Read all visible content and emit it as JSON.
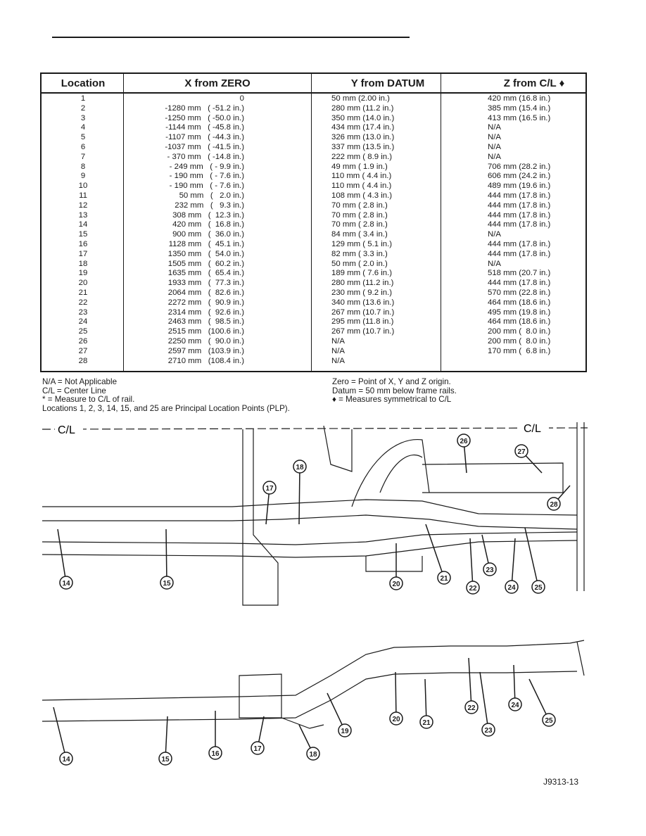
{
  "table": {
    "headers": [
      "Location",
      "X from ZERO",
      "Y from DATUM",
      "Z from C/L ♦"
    ],
    "rows": [
      [
        "1",
        "0",
        "50 mm (2.00 in.)",
        "420 mm (16.8 in.)"
      ],
      [
        "2",
        "-1280 mm   ( -51.2 in.)",
        "280 mm (11.2 in.)",
        "385 mm (15.4 in.)"
      ],
      [
        "3",
        "-1250 mm   ( -50.0 in.)",
        "350 mm (14.0 in.)",
        "413 mm (16.5 in.)"
      ],
      [
        "4",
        "-1144 mm   ( -45.8 in.)",
        "434 mm (17.4 in.)",
        "N/A"
      ],
      [
        "5",
        "-1107 mm   ( -44.3 in.)",
        "326 mm (13.0 in.)",
        "N/A"
      ],
      [
        "6",
        "-1037 mm   ( -41.5 in.)",
        "337 mm (13.5 in.)",
        "N/A"
      ],
      [
        "7",
        "- 370 mm   ( -14.8 in.)",
        "222 mm ( 8.9 in.)",
        "N/A"
      ],
      [
        "8",
        "- 249 mm   ( - 9.9 in.)",
        "49 mm ( 1.9 in.)",
        "706 mm (28.2 in.)"
      ],
      [
        "9",
        "- 190 mm   ( - 7.6 in.)",
        "110 mm ( 4.4 in.)",
        "606 mm (24.2 in.)"
      ],
      [
        "10",
        "- 190 mm   ( - 7.6 in.)",
        "110 mm ( 4.4 in.)",
        "489 mm (19.6 in.)"
      ],
      [
        "11",
        "50 mm   (   2.0 in.)",
        "108 mm ( 4.3 in.)",
        "444 mm (17.8 in.)"
      ],
      [
        "12",
        "232 mm   (   9.3 in.)",
        "70 mm ( 2.8 in.)",
        "444 mm (17.8 in.)"
      ],
      [
        "13",
        "308 mm   (  12.3 in.)",
        "70 mm ( 2.8 in.)",
        "444 mm (17.8 in.)"
      ],
      [
        "14",
        "420 mm   (  16.8 in.)",
        "70 mm ( 2.8 in.)",
        "444 mm (17.8 in.)"
      ],
      [
        "15",
        "900 mm   (  36.0 in.)",
        "84 mm ( 3.4 in.)",
        "N/A"
      ],
      [
        "16",
        "1128 mm   (  45.1 in.)",
        "129 mm ( 5.1 in.)",
        "444 mm (17.8 in.)"
      ],
      [
        "17",
        "1350 mm   (  54.0 in.)",
        "82 mm ( 3.3 in.)",
        "444 mm (17.8 in.)"
      ],
      [
        "18",
        "1505 mm   (  60.2 in.)",
        "50 mm ( 2.0 in.)",
        "N/A"
      ],
      [
        "19",
        "1635 mm   (  65.4 in.)",
        "189 mm ( 7.6 in.)",
        "518 mm (20.7 in.)"
      ],
      [
        "20",
        "1933 mm   (  77.3 in.)",
        "280 mm (11.2 in.)",
        "444 mm (17.8 in.)"
      ],
      [
        "21",
        "2064 mm   (  82.6 in.)",
        "230 mm ( 9.2 in.)",
        "570 mm (22.8 in.)"
      ],
      [
        "22",
        "2272 mm   (  90.9 in.)",
        "340 mm (13.6 in.)",
        "464 mm (18.6 in.)"
      ],
      [
        "23",
        "2314 mm   (  92.6 in.)",
        "267 mm (10.7 in.)",
        "495 mm (19.8 in.)"
      ],
      [
        "24",
        "2463 mm   (  98.5 in.)",
        "295 mm (11.8 in.)",
        "464 mm (18.6 in.)"
      ],
      [
        "25",
        "2515 mm   (100.6 in.)",
        "267 mm (10.7 in.)",
        "200 mm (  8.0 in.)"
      ],
      [
        "26",
        "2250 mm   (  90.0 in.)",
        "N/A",
        "200 mm (  8.0 in.)"
      ],
      [
        "27",
        "2597 mm   (103.9 in.)",
        "N/A",
        "170 mm (  6.8 in.)"
      ],
      [
        "28",
        "2710 mm   (108.4 in.)",
        "N/A",
        ""
      ]
    ]
  },
  "notes_left": [
    "N/A = Not Applicable",
    "C/L = Center Line",
    "* = Measure to C/L of rail.",
    "Locations 1, 2, 3, 14, 15, and 25 are Principal Location Points (PLP)."
  ],
  "notes_right": [
    "Zero = Point of X, Y and Z origin.",
    "Datum = 50 mm below frame rails.",
    "♦ = Measures symmetrical to C/L"
  ],
  "diagram": {
    "centerline_label": "C/L",
    "top_view_callouts": [
      "14",
      "15",
      "17",
      "18",
      "20",
      "21",
      "22",
      "23",
      "24",
      "25",
      "26",
      "27",
      "28"
    ],
    "side_view_callouts": [
      "14",
      "15",
      "16",
      "17",
      "18",
      "19",
      "20",
      "21",
      "22",
      "23",
      "24",
      "25"
    ]
  },
  "figure_id": "J9313-13"
}
